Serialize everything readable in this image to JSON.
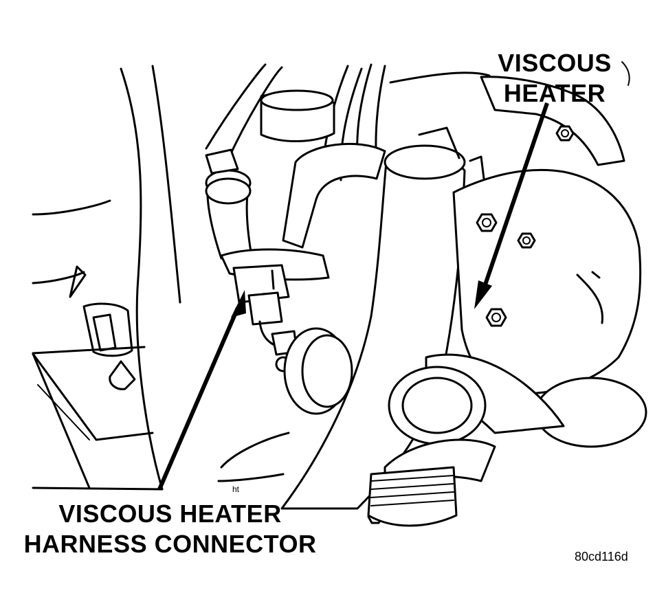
{
  "callouts": {
    "viscous_heater": [
      "VISCOUS",
      "HEATER"
    ],
    "harness_connector": [
      "VISCOUS HEATER",
      "HARNESS CONNECTOR"
    ]
  },
  "figure_code": "80cd116d",
  "tiny_mark": "ht"
}
